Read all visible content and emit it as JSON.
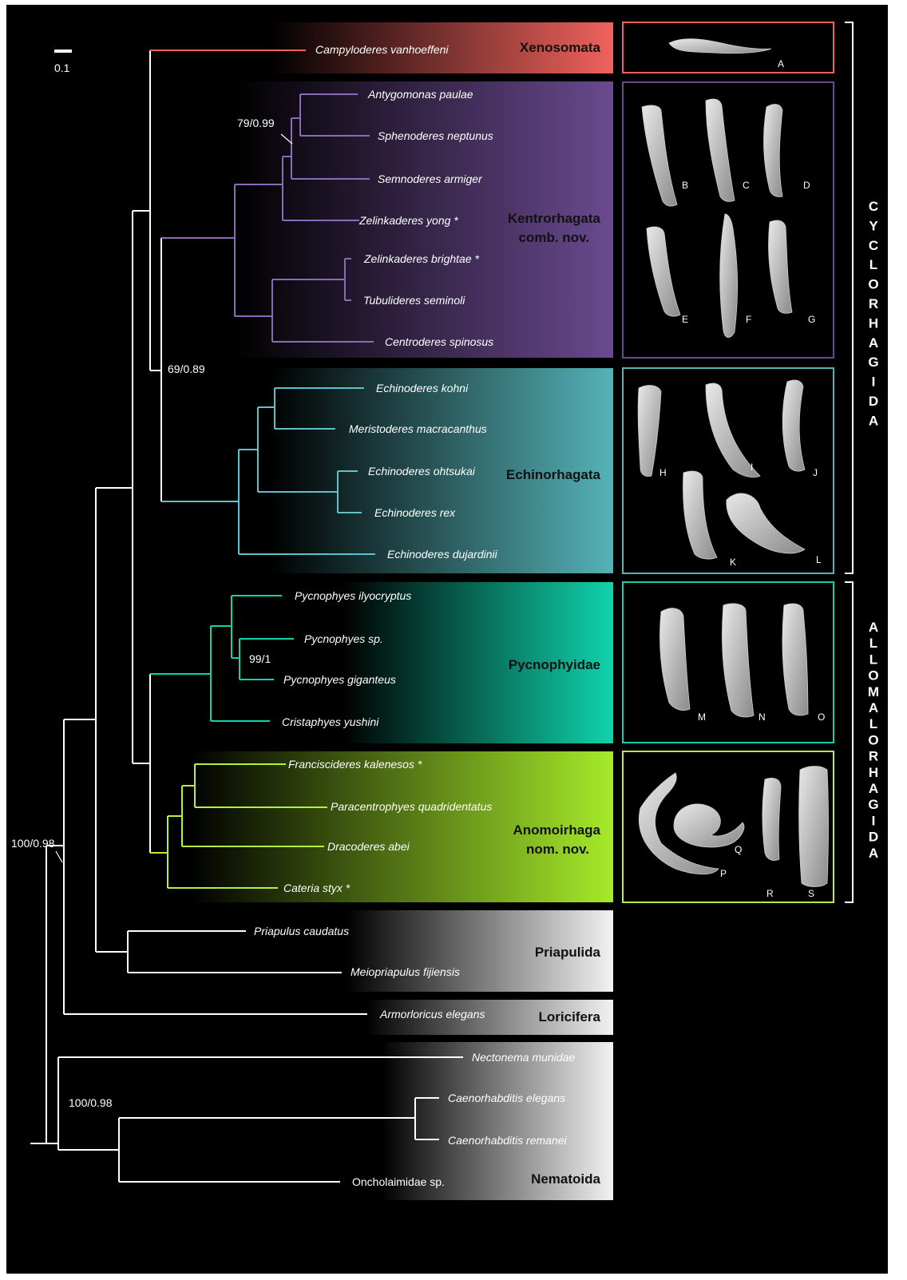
{
  "scale_bar": {
    "label": "0.1"
  },
  "colors": {
    "xenosomata": "#f0625d",
    "kentrorhagata": "#6a4a8f",
    "echinorhagata": "#55b3b8",
    "pycnophyidae": "#10d3ac",
    "anomoirhaga": "#a6ea2a",
    "outgroup": "#f2f2f2",
    "branch_neutral": "#ffffff"
  },
  "clades": [
    {
      "id": "xenosomata",
      "label_lines": [
        "Xenosomata"
      ]
    },
    {
      "id": "kentrorhagata",
      "label_lines": [
        "Kentrorhagata",
        "comb. nov."
      ]
    },
    {
      "id": "echinorhagata",
      "label_lines": [
        "Echinorhagata"
      ]
    },
    {
      "id": "pycnophyidae",
      "label_lines": [
        "Pycnophyidae"
      ]
    },
    {
      "id": "anomoirhaga",
      "label_lines": [
        "Anomoirhaga",
        "nom. nov."
      ]
    },
    {
      "id": "priapulida",
      "label_lines": [
        "Priapulida"
      ]
    },
    {
      "id": "loricifera",
      "label_lines": [
        "Loricifera"
      ]
    },
    {
      "id": "nematoida",
      "label_lines": [
        "Nematoida"
      ]
    }
  ],
  "taxa": [
    {
      "name": "Campyloderes vanhoeffeni",
      "clade": "xenosomata"
    },
    {
      "name": "Antygomonas paulae",
      "clade": "kentrorhagata"
    },
    {
      "name": "Sphenoderes neptunus",
      "clade": "kentrorhagata"
    },
    {
      "name": "Semnoderes armiger",
      "clade": "kentrorhagata"
    },
    {
      "name": "Zelinkaderes yong *",
      "clade": "kentrorhagata"
    },
    {
      "name": "Zelinkaderes brightae *",
      "clade": "kentrorhagata"
    },
    {
      "name": "Tubulideres seminoli",
      "clade": "kentrorhagata"
    },
    {
      "name": "Centroderes spinosus",
      "clade": "kentrorhagata"
    },
    {
      "name": "Echinoderes kohni",
      "clade": "echinorhagata"
    },
    {
      "name": "Meristoderes macracanthus",
      "clade": "echinorhagata"
    },
    {
      "name": "Echinoderes ohtsukai",
      "clade": "echinorhagata"
    },
    {
      "name": "Echinoderes rex",
      "clade": "echinorhagata"
    },
    {
      "name": "Echinoderes dujardinii",
      "clade": "echinorhagata"
    },
    {
      "name": "Pycnophyes ilyocryptus",
      "clade": "pycnophyidae"
    },
    {
      "name": "Pycnophyes sp.",
      "clade": "pycnophyidae"
    },
    {
      "name": "Pycnophyes giganteus",
      "clade": "pycnophyidae"
    },
    {
      "name": "Cristaphyes yushini",
      "clade": "pycnophyidae"
    },
    {
      "name": "Franciscideres kalenesos *",
      "clade": "anomoirhaga"
    },
    {
      "name": "Paracentrophyes quadridentatus",
      "clade": "anomoirhaga"
    },
    {
      "name": "Dracoderes abei",
      "clade": "anomoirhaga"
    },
    {
      "name": "Cateria styx *",
      "clade": "anomoirhaga"
    },
    {
      "name": "Priapulus caudatus",
      "clade": "priapulida"
    },
    {
      "name": "Meiopriapulus fijiensis",
      "clade": "priapulida"
    },
    {
      "name": "Armorloricus elegans",
      "clade": "loricifera"
    },
    {
      "name": "Nectonema munidae",
      "clade": "nematoida"
    },
    {
      "name": "Caenorhabditis elegans",
      "clade": "nematoida"
    },
    {
      "name": "Caenorhabditis remanei",
      "clade": "nematoida"
    },
    {
      "name": "Oncholaimidae sp.",
      "clade": "nematoida"
    }
  ],
  "support_values": [
    "79/0.99",
    "69/0.89",
    "99/1",
    "100/0.98",
    "100/0.98"
  ],
  "panel_letters": [
    "A",
    "B",
    "C",
    "D",
    "E",
    "F",
    "G",
    "H",
    "I",
    "J",
    "K",
    "L",
    "M",
    "N",
    "O",
    "P",
    "Q",
    "R",
    "S"
  ],
  "orders": [
    {
      "name": "CYCLORHAGIDA",
      "letters": [
        "C",
        "Y",
        "C",
        "L",
        "O",
        "R",
        "H",
        "A",
        "G",
        "I",
        "D",
        "A"
      ]
    },
    {
      "name": "ALLOMALORHAGIDA",
      "letters": [
        "A",
        "L",
        "L",
        "O",
        "M",
        "A",
        "L",
        "O",
        "R",
        "H",
        "A",
        "G",
        "I",
        "D",
        "A"
      ]
    }
  ]
}
